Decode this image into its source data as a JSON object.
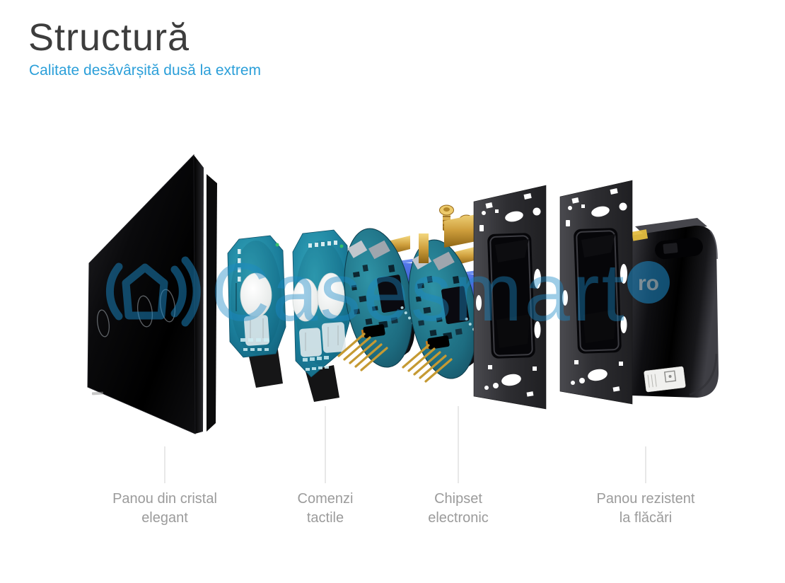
{
  "header": {
    "title": "Structură",
    "subtitle": "Calitate desăvârșită dusă la extrem"
  },
  "watermark": {
    "text": "Casesmart",
    "suffix": "ro",
    "logo_icon": "house-signal-icon"
  },
  "callouts": [
    {
      "line1": "Panou din cristal",
      "line2": "elegant"
    },
    {
      "line1": "Comenzi",
      "line2": "tactile"
    },
    {
      "line1": "Chipset",
      "line2": "electronic"
    },
    {
      "line1": "Panou rezistent",
      "line2": "la flăcări"
    }
  ],
  "colors": {
    "subtitle_blue": "#2b9fd9",
    "watermark_blue": "#1b8ac8",
    "title_gray": "#3d3d3d",
    "label_gray": "#9b9b9b",
    "leader_line_gray": "#d9d9d9",
    "glass_black": "#0a0a0c",
    "module_teal": "#1b7e9b",
    "pcb_teal": "#1d6c80",
    "gold": "#cf9f3d",
    "plate_charcoal": "#2e2e32",
    "blue_relay": "#2f55d0"
  }
}
